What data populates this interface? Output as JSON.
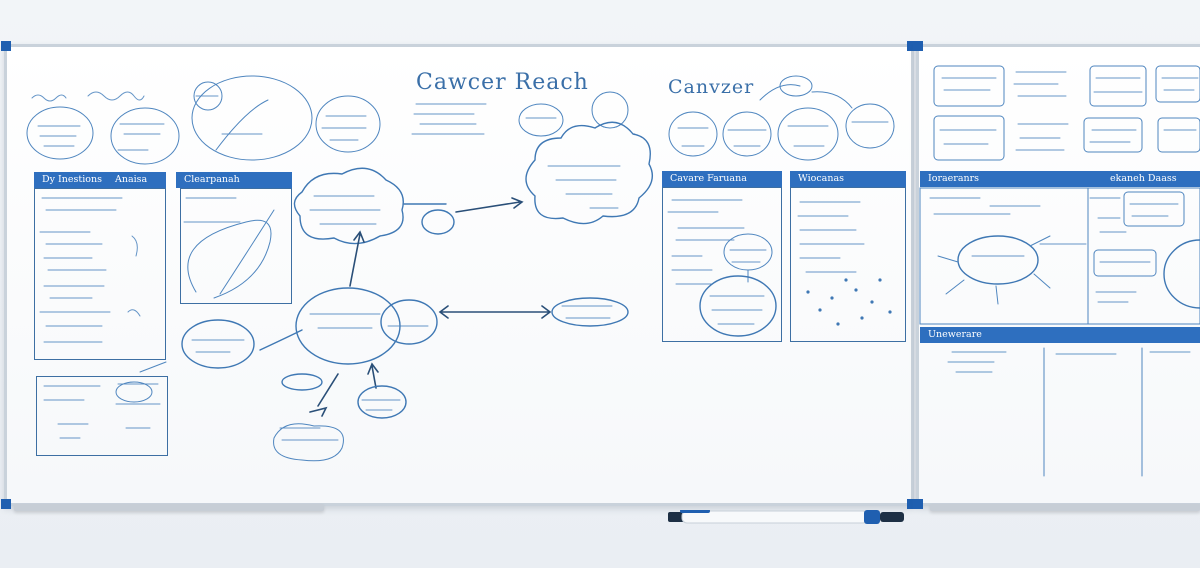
{
  "scene": {
    "description_free": true,
    "palette": {
      "ink": "#3f78b4",
      "header_blue": "#2e6fbf",
      "frame": "#c9d2db",
      "corner_blue": "#1f5fb0",
      "wall": "#eef2f6"
    }
  },
  "whiteboard_left": {
    "title_main": "Cawcer Reach",
    "title_secondary": "Canvzer",
    "headers": {
      "panel_a": "Dy Inestions",
      "panel_a_sub": "Anaisa",
      "panel_b": "Clearpanah",
      "panel_c": "Cavare Faruana",
      "panel_d": "Wiocanas"
    }
  },
  "whiteboard_right": {
    "headers": {
      "band_top_left": "Ioraeranrs",
      "band_top_right": "ekaneh Daass",
      "band_bottom": "Unewerare"
    }
  },
  "props": {
    "marker": "marker-icon",
    "marker_cap_color": "#1f5fb0",
    "marker_body_color": "#f7f9fb"
  }
}
